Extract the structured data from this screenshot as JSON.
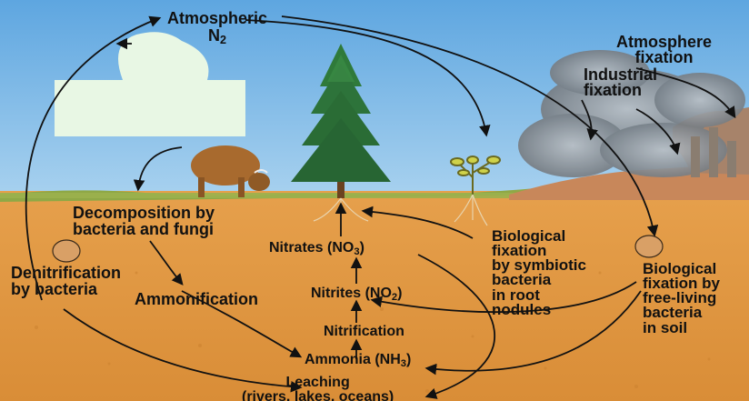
{
  "labels": {
    "atmospheric_n2": {
      "line1": "Atmospheric",
      "line2_base": "N",
      "line2_sub": "2"
    },
    "atmosphere_fixation": {
      "line1": "Atmosphere",
      "line2": "fixation"
    },
    "industrial_fixation": {
      "line1": "Industrial",
      "line2": "fixation"
    },
    "decomposition": {
      "line1": "Decomposition by",
      "line2": "bacteria and fungi"
    },
    "denitrification": {
      "line1": "Denitrification",
      "line2": "by bacteria"
    },
    "ammonification": "Ammonification",
    "nitrates": {
      "base": "Nitrates (NO",
      "sub": "3",
      "end": ")"
    },
    "nitrites": {
      "base": "Nitrites (NO",
      "sub": "2",
      "end": ")"
    },
    "nitrification": "Nitrification",
    "ammonia": {
      "base": "Ammonia (NH",
      "sub": "3",
      "end": ")"
    },
    "leaching": {
      "line1": "Leaching",
      "line2": "(rivers, lakes, oceans)"
    },
    "biological_symbiotic": {
      "line1": "Biological",
      "line2": "fixation",
      "line3": "by symbiotic",
      "line4": "bacteria",
      "line5": "in root",
      "line6": "nodules"
    },
    "biological_free_living": {
      "line1": "Biological",
      "line2": "fixation by",
      "line3": "free-living",
      "line4": "bacteria",
      "line5": "in soil"
    }
  },
  "colors": {
    "sky": "#6fb2e6",
    "soil": "#e19a45",
    "grass": "#8fa846",
    "tree": "#2f7a3a",
    "smoke": "#8c9298",
    "cloud_patch": "#e8f7e4",
    "arrow": "#111111"
  }
}
